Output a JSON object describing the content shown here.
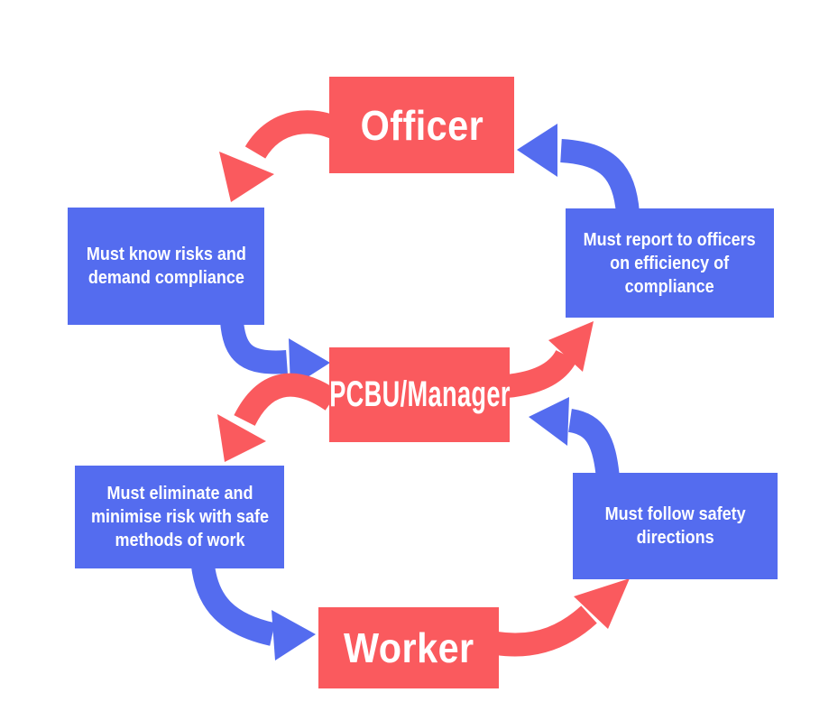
{
  "colors": {
    "red": "#FA5A5E",
    "blue": "#546CEF",
    "label_text": "#FFFFFF",
    "background": "#FFFFFF"
  },
  "nodes": {
    "officer": {
      "label": "Officer",
      "color": "#FA5A5E"
    },
    "officer_duty": {
      "label": "Must know risks and\ndemand compliance",
      "color": "#546CEF"
    },
    "manager_report_duty": {
      "label": "Must report to officers\non efficiency of\ncompliance",
      "color": "#546CEF"
    },
    "pcbu": {
      "label": "PCBU/Manager",
      "color": "#FA5A5E"
    },
    "manager_duty": {
      "label": "Must eliminate and\nminimise risk with safe\nmethods of work",
      "color": "#546CEF"
    },
    "worker_duty": {
      "label": "Must follow safety\ndirections",
      "color": "#546CEF"
    },
    "worker": {
      "label": "Worker",
      "color": "#FA5A5E"
    }
  },
  "arrows": [
    {
      "id": "officer-to-officer-duty",
      "from": "officer",
      "to": "officer_duty",
      "color": "red"
    },
    {
      "id": "manager-report-duty-to-officer",
      "from": "manager_report_duty",
      "to": "officer",
      "color": "blue"
    },
    {
      "id": "officer-duty-to-pcbu",
      "from": "officer_duty",
      "to": "pcbu",
      "color": "blue"
    },
    {
      "id": "pcbu-to-manager-duty",
      "from": "pcbu",
      "to": "manager_duty",
      "color": "red"
    },
    {
      "id": "pcbu-to-manager-report-duty",
      "from": "pcbu",
      "to": "manager_report_duty",
      "color": "red"
    },
    {
      "id": "worker-duty-to-pcbu",
      "from": "worker_duty",
      "to": "pcbu",
      "color": "blue"
    },
    {
      "id": "manager-duty-to-worker",
      "from": "manager_duty",
      "to": "worker",
      "color": "blue"
    },
    {
      "id": "worker-to-worker-duty",
      "from": "worker",
      "to": "worker_duty",
      "color": "red"
    }
  ]
}
